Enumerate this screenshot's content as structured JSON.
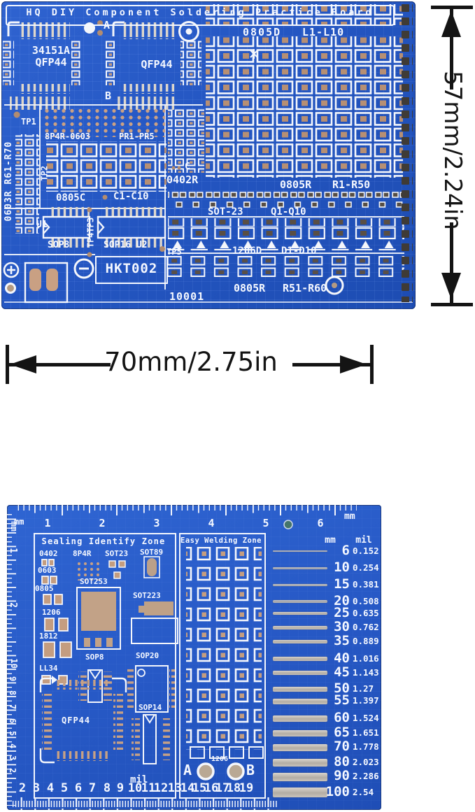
{
  "colors": {
    "board_blue": "#2456c2",
    "silkscreen_white": "#f5f8ff",
    "pad_tan": "#c49d80",
    "pad_dark": "#4e463f",
    "trace_silver": "#c6c0b8",
    "dimension_black": "#141414"
  },
  "top_board": {
    "title": "HQ DIY Component Soldering Practice Board",
    "ic1_line1": "34151A",
    "ic1_line2": "QFP44",
    "ic2_label": "QFP44",
    "marker_a": "A",
    "marker_b": "B",
    "marker_c": "C",
    "l_grid": {
      "name": "0805D",
      "range": "L1-L10"
    },
    "r_grid": {
      "name": "0805R",
      "range": "R1-R50"
    },
    "rnet": {
      "name": "8P4R-0603",
      "range": "PR1-PR5"
    },
    "r0603_vertical": "0603R  R61-R70",
    "c0805": {
      "name": "0805C",
      "range": "C1-C10"
    },
    "r0402_name": "0402R",
    "sot23": {
      "name": "SOT-23",
      "range": "Q1-Q10"
    },
    "diode": {
      "name": "1206D",
      "range": "D1-D10"
    },
    "r0805_2": {
      "name": "0805R",
      "range": "R51-R60"
    },
    "tp1": "TP1",
    "tp2": "TP2",
    "tp43": "TP4TP3",
    "tp5": "TP5",
    "u1": "U1",
    "sop8": "SOP8",
    "sop16_u2": "SOP16 U2",
    "model": "HKT002",
    "serial": "10001"
  },
  "dimensions": {
    "height": "57mm/2.24in",
    "width": "70mm/2.75in"
  },
  "bottom_board": {
    "sealing_title": "Sealing Identify Zone",
    "welding_title": "Easy Welding Zone",
    "parts": {
      "p0402": "0402",
      "p8p4r": "8P4R",
      "sot23": "SOT23",
      "sot89": "SOT89",
      "p0603": "0603",
      "p0805": "0805",
      "sot253": "SOT253",
      "sot223": "SOT223",
      "p1206": "1206",
      "p1812": "1812",
      "sop8": "SOP8",
      "sop20": "SOP20",
      "ll34": "LL34",
      "qfp44": "QFP44",
      "sop14": "SOP14",
      "p1206b": "1206",
      "hole_a": "A",
      "hole_b": "B"
    },
    "rulers": {
      "top_unit_left": "mm",
      "top_unit_right": "mm",
      "top_numbers": [
        "1",
        "2",
        "3",
        "4",
        "5",
        "6"
      ],
      "left_unit": "mm",
      "left_cm_numbers": [
        "1",
        "2"
      ],
      "left_scale_numbers": [
        "10",
        "9",
        "8",
        "7",
        "6",
        "5",
        "4",
        "3",
        "2"
      ],
      "bottom_unit": "mil",
      "bottom_numbers": [
        "2",
        "3",
        "4",
        "5",
        "6",
        "7",
        "8",
        "9",
        "10",
        "11",
        "12",
        "13",
        "14",
        "15",
        "16",
        "17",
        "18",
        "19"
      ]
    },
    "trace_table": {
      "headers": [
        "mm",
        "mil"
      ],
      "rows": [
        [
          "6",
          "0.152"
        ],
        [
          "10",
          "0.254"
        ],
        [
          "15",
          "0.381"
        ],
        [
          "20",
          "0.508"
        ],
        [
          "25",
          "0.635"
        ],
        [
          "30",
          "0.762"
        ],
        [
          "35",
          "0.889"
        ],
        [
          "40",
          "1.016"
        ],
        [
          "45",
          "1.143"
        ],
        [
          "50",
          "1.27"
        ],
        [
          "55",
          "1.397"
        ],
        [
          "60",
          "1.524"
        ],
        [
          "65",
          "1.651"
        ],
        [
          "70",
          "1.778"
        ],
        [
          "80",
          "2.023"
        ],
        [
          "90",
          "2.286"
        ],
        [
          "100",
          "2.54"
        ]
      ]
    }
  }
}
